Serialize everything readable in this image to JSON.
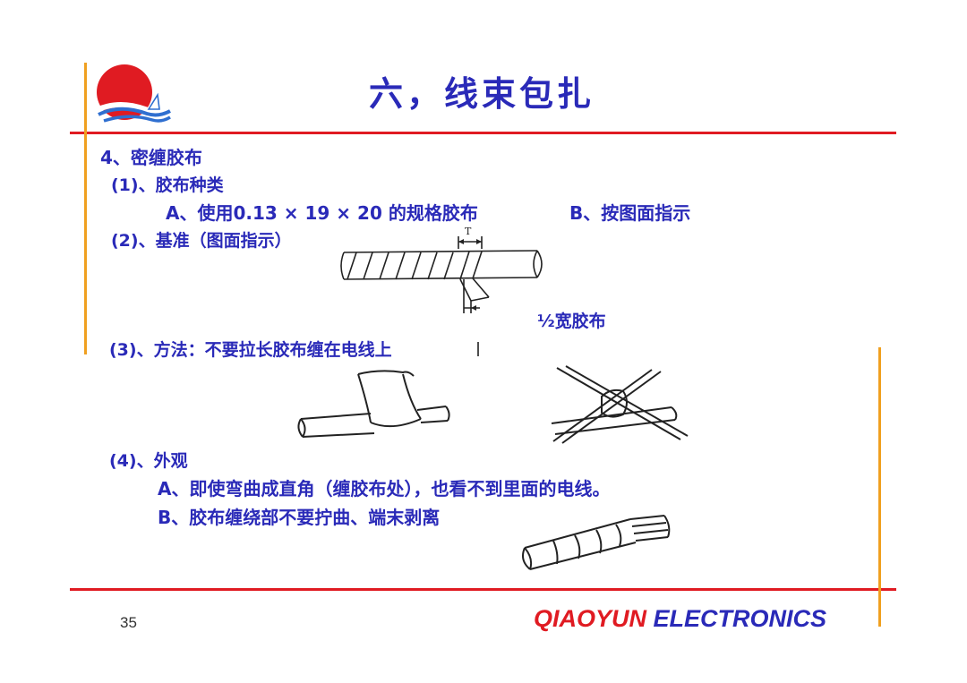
{
  "slide": {
    "title": "六，线束包扎",
    "page_number": "35",
    "brand": {
      "part1": "QIAOYUN",
      "part2": "ELECTRONICS"
    }
  },
  "colors": {
    "accent_red": "#e01b22",
    "accent_orange": "#f0a020",
    "text_blue": "#2a2ab8",
    "logo_blue": "#2f6fd0"
  },
  "icons": {
    "logo": "sun-over-waves-logo"
  },
  "content": {
    "heading": "4、密缠胶布",
    "s1": {
      "label": "(1)、胶布种类",
      "a": "A、使用0.13 × 19 × 20  的规格胶布",
      "b": "B、按图面指示"
    },
    "s2": {
      "label": "(2)、基准（图面指示）",
      "fig_label_t": "T",
      "fig_label_half": "½宽胶布"
    },
    "s3": {
      "label": "(3)、方法：不要拉长胶布缠在电线上"
    },
    "s4": {
      "label": "(4)、外观",
      "a": "A、即使弯曲成直角（缠胶布处），也看不到里面的电线。",
      "b": "B、胶布缠绕部不要拧曲、端末剥离"
    }
  }
}
